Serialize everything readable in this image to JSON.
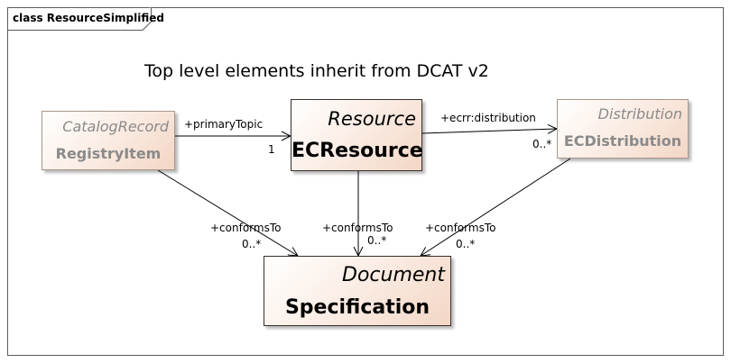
{
  "frame": {
    "title": "class ResourceSimplified"
  },
  "note": "Top level elements inherit from DCAT v2",
  "classes": {
    "registryitem": {
      "stereotype": "CatalogRecord",
      "name": "RegistryItem"
    },
    "ecresource": {
      "stereotype": "Resource",
      "name": "ECResource"
    },
    "ecdistribution": {
      "stereotype": "Distribution",
      "name": "ECDistribution"
    },
    "specification": {
      "stereotype": "Document",
      "name": "Specification"
    }
  },
  "associations": {
    "primary_topic": {
      "role": "+primaryTopic",
      "multiplicity": "1"
    },
    "distribution": {
      "role": "+ecrr:distribution",
      "multiplicity": "0..*"
    },
    "conforms_registryitem": {
      "role": "+conformsTo",
      "multiplicity": "0..*"
    },
    "conforms_resource": {
      "role": "+conformsTo",
      "multiplicity": "0..*"
    },
    "conforms_distribution": {
      "role": "+conformsTo",
      "multiplicity": "0..*"
    }
  }
}
